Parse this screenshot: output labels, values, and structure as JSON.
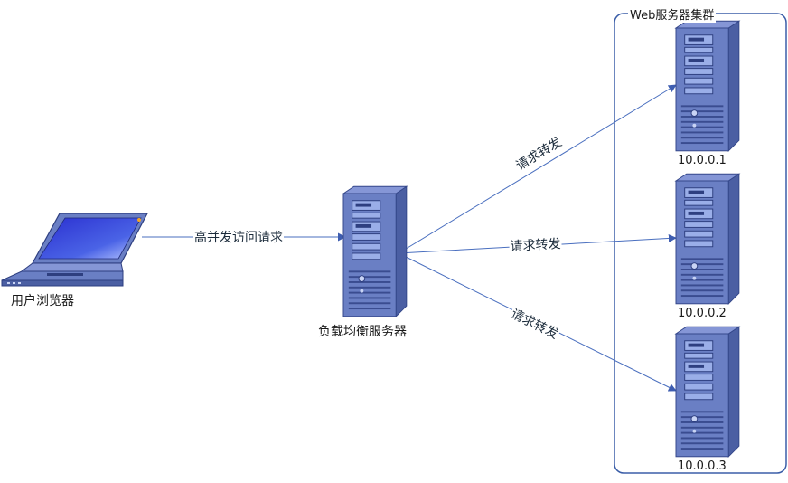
{
  "nodes": {
    "client": {
      "label": "用户浏览器"
    },
    "load_balancer": {
      "label": "负载均衡服务器"
    },
    "cluster": {
      "title": "Web服务器集群"
    },
    "web1": {
      "label": "10.0.0.1"
    },
    "web2": {
      "label": "10.0.0.2"
    },
    "web3": {
      "label": "10.0.0.3"
    }
  },
  "edges": {
    "client_to_lb": {
      "label": "高并发访问请求"
    },
    "lb_to_web1": {
      "label": "请求转发"
    },
    "lb_to_web2": {
      "label": "请求转发"
    },
    "lb_to_web3": {
      "label": "请求转发"
    }
  },
  "colors": {
    "line": "#4a6fbf",
    "server_body": "#6a7fc4",
    "server_side": "#4b5fa3",
    "server_top": "#8596d6",
    "laptop_screen": "#2f34d6",
    "cluster_border": "#3b5ea8"
  }
}
